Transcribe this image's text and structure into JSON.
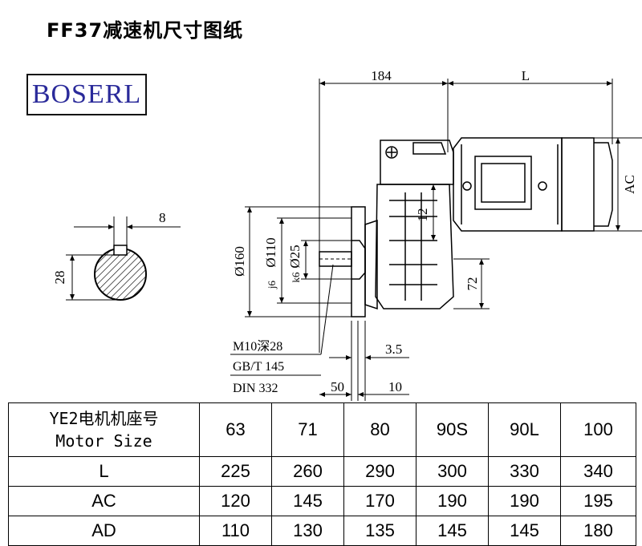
{
  "title": "FF37减速机尺寸图纸",
  "logo": "BOSERL",
  "drawing": {
    "dim_184": "184",
    "dim_L": "L",
    "dim_AC": "AC",
    "dim_12": "12",
    "dim_72": "72",
    "dim_160": "Ø160",
    "dim_110": "Ø110",
    "dim_110_tol": "j6",
    "dim_25": "Ø25",
    "dim_25_tol": "k6",
    "dim_3_5": "3.5",
    "dim_50": "50",
    "dim_10": "10",
    "dim_8": "8",
    "dim_28": "28",
    "note_thread": "M10深28",
    "note_gbt": "GB/T 145",
    "note_din": "DIN 332"
  },
  "table": {
    "header_cn": "YE2电机机座号",
    "header_en": "Motor Size",
    "sizes": [
      "63",
      "71",
      "80",
      "90S",
      "90L",
      "100"
    ],
    "rows": [
      {
        "label": "L",
        "values": [
          "225",
          "260",
          "290",
          "300",
          "330",
          "340"
        ]
      },
      {
        "label": "AC",
        "values": [
          "120",
          "145",
          "170",
          "190",
          "190",
          "195"
        ]
      },
      {
        "label": "AD",
        "values": [
          "110",
          "130",
          "135",
          "145",
          "145",
          "180"
        ]
      }
    ]
  }
}
